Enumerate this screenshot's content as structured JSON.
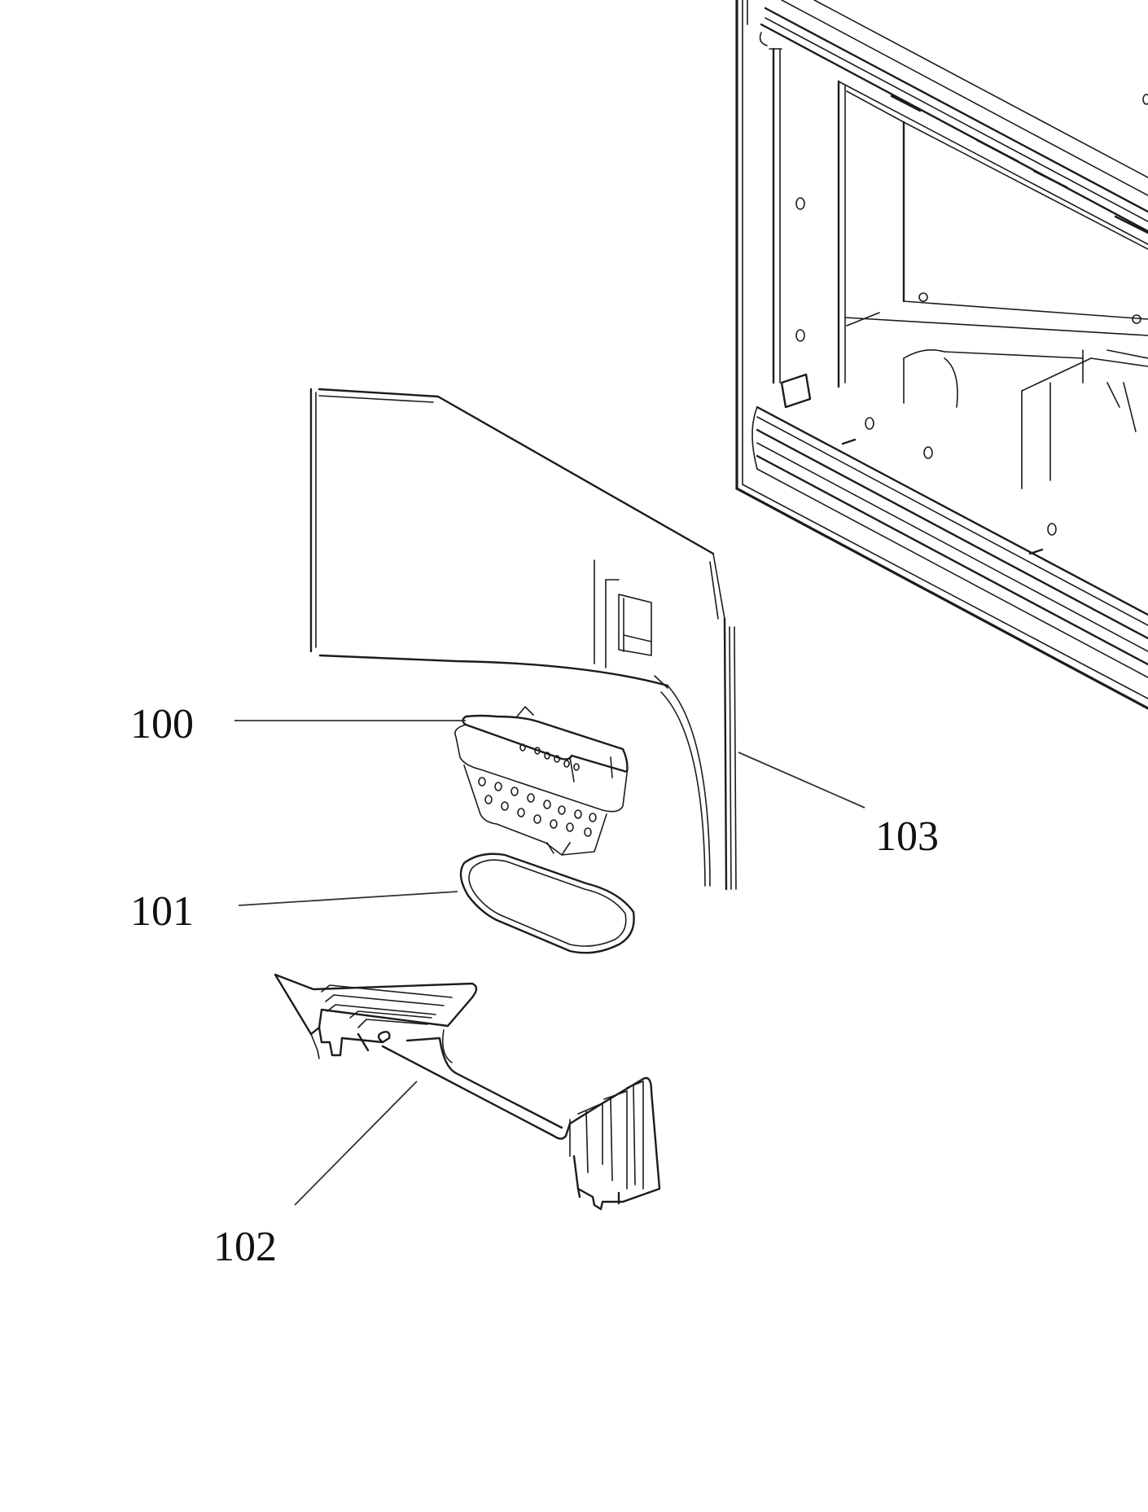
{
  "callouts": {
    "c100": "100",
    "c101": "101",
    "c102": "102",
    "c103": "103"
  },
  "colors": {
    "line": "#1c1c1c",
    "background": "#ffffff"
  }
}
